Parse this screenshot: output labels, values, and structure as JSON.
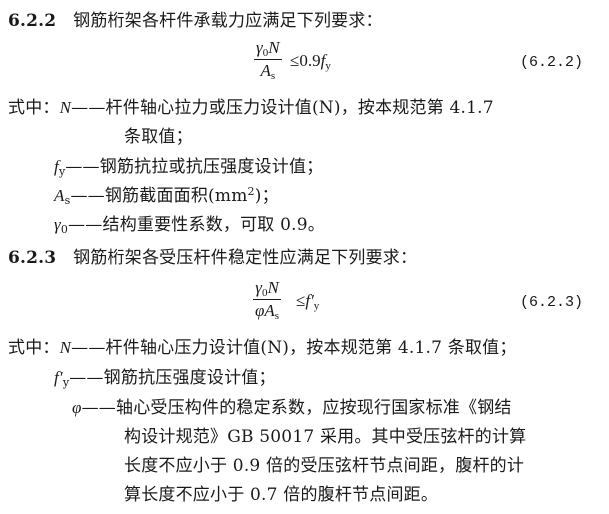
{
  "clause_622": {
    "number": "6.2.2",
    "title": "钢筋桁架各杆件承载力应满足下列要求：",
    "formula": {
      "num_gamma": "γ",
      "num_sub": "0",
      "num_var": "N",
      "den_var": "A",
      "den_sub": "s",
      "relation": "≤0.9",
      "rhs_var": "f",
      "rhs_sub": "y",
      "eq_number": "(6.2.2)"
    },
    "where_label": "式中：",
    "defs": [
      {
        "sym": "N",
        "text": "——杆件轴心拉力或压力设计值(N)，按本规范第 4.1.7"
      },
      {
        "sym": "",
        "text": "条取值；"
      },
      {
        "sym": "f",
        "sub": "y",
        "text": "——钢筋抗拉或抗压强度设计值；"
      },
      {
        "sym": "A",
        "sub": "s",
        "text": "——钢筋截面面积(mm",
        "sup": "2",
        "tail": ")；"
      },
      {
        "sym": "γ",
        "sub": "0",
        "text": "——结构重要性系数，可取 0.9。"
      }
    ]
  },
  "clause_623": {
    "number": "6.2.3",
    "title": "钢筋桁架各受压杆件稳定性应满足下列要求：",
    "formula": {
      "num_gamma": "γ",
      "num_sub": "0",
      "num_var": "N",
      "den_phi": "φ",
      "den_var": "A",
      "den_sub": "s",
      "relation": "≤",
      "rhs_var": "f′",
      "rhs_sub": "y",
      "eq_number": "(6.2.3)"
    },
    "where_label": "式中：",
    "defs": [
      {
        "sym": "N",
        "text": "——杆件轴心压力设计值(N)，按本规范第 4.1.7 条取值；"
      },
      {
        "sym": "f′",
        "sub": "y",
        "text": "——钢筋抗压强度设计值；"
      },
      {
        "sym": "φ",
        "text": "——轴心受压构件的稳定系数，应按现行国家标准《钢结"
      },
      {
        "sym": "",
        "text": "构设计规范》GB 50017 采用。其中受压弦杆的计算"
      },
      {
        "sym": "",
        "text": "长度不应小于 0.9 倍的受压弦杆节点间距，腹杆的计"
      },
      {
        "sym": "",
        "text": "算长度不应小于 0.7 倍的腹杆节点间距。"
      }
    ]
  }
}
